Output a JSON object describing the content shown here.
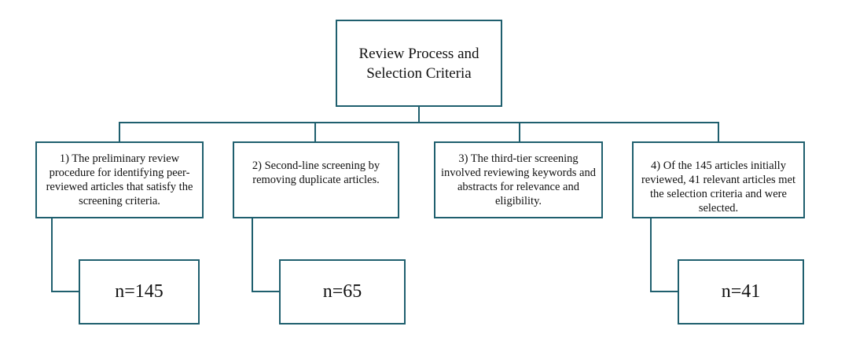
{
  "root": {
    "title": "Review Process and Selection Criteria"
  },
  "steps": [
    {
      "text": "1) The preliminary review procedure for identifying peer-reviewed articles that satisfy the screening criteria.",
      "count": "n=145"
    },
    {
      "text": "2) Second-line screening by removing duplicate articles.",
      "count": "n=65"
    },
    {
      "text": "3) The third-tier screening involved reviewing keywords and abstracts for relevance and eligibility.",
      "count": null
    },
    {
      "text": "4) Of the 145 articles initially reviewed, 41 relevant articles met the selection criteria and were selected.",
      "count": "n=41"
    }
  ],
  "colors": {
    "border": "#1f5f6e",
    "text": "#111111",
    "background": "#ffffff"
  }
}
